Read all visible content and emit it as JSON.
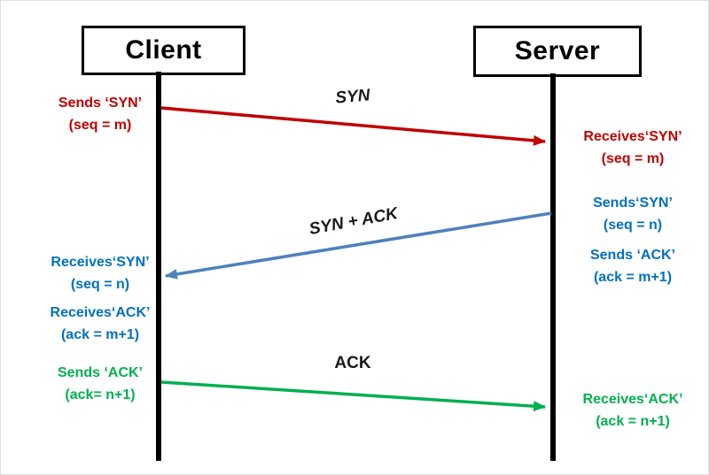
{
  "diagram": {
    "kind": "tcp-three-way-handshake-sequence",
    "colors": {
      "red": "#C00000",
      "blue_arrow": "#4F81BD",
      "blue_text": "#0070C0",
      "green": "#00B050",
      "black": "#000000"
    },
    "actors": [
      {
        "id": "client",
        "label": "Client"
      },
      {
        "id": "server",
        "label": "Server"
      }
    ],
    "arrows": [
      {
        "label": "SYN",
        "from": "client",
        "to": "server",
        "color": "#C00000"
      },
      {
        "label": "SYN + ACK",
        "from": "server",
        "to": "client",
        "color": "#4F81BD"
      },
      {
        "label": "ACK",
        "from": "client",
        "to": "server",
        "color": "#00B050"
      }
    ],
    "annotations": {
      "client_sends_syn": {
        "line1": "Sends ‘SYN’",
        "line2": "(seq = m)"
      },
      "server_receives_syn": {
        "line1": "Receives‘SYN’",
        "line2": "(seq = m)"
      },
      "server_sends_syn": {
        "line1": "Sends‘SYN’",
        "line2": "(seq = n)"
      },
      "server_sends_ack": {
        "line1": "Sends ‘ACK’",
        "line2": "(ack = m+1)"
      },
      "client_receives_syn": {
        "line1": "Receives‘SYN’",
        "line2": "(seq = n)"
      },
      "client_receives_ack": {
        "line1": "Receives‘ACK’",
        "line2": "(ack = m+1)"
      },
      "client_sends_ack": {
        "line1": "Sends ‘ACK’",
        "line2": "(ack= n+1)"
      },
      "server_receives_ack": {
        "line1": "Receives‘ACK’",
        "line2": "(ack = n+1)"
      }
    }
  }
}
